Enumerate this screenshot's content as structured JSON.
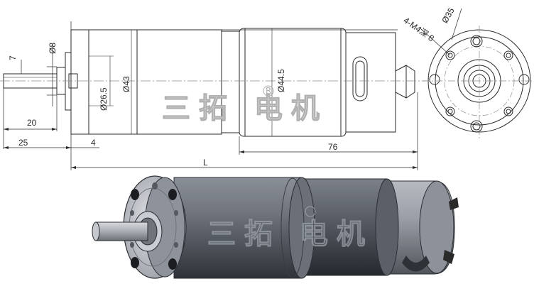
{
  "drawing": {
    "dims": {
      "shaft_offset": "7",
      "shaft_dia": "Ø8",
      "pilot_dia": "Ø26.5",
      "gearbox_dia": "Ø43",
      "motor_dia": "Ø44.5",
      "shaft_len": "20",
      "total_shaft": "25",
      "collar": "4",
      "motor_len": "76",
      "overall": "L",
      "bolt_circle": "Ø35",
      "holes": "4-M4深 8"
    },
    "watermark": {
      "text": "三拓 电机",
      "mark": "R"
    }
  },
  "colors": {
    "line": "#2a2a2a",
    "gearbox_body": "#6e737c",
    "motor_body": "#5a5f68",
    "end_cap": "#9a9ea6",
    "flange": "#c9ccd2"
  }
}
